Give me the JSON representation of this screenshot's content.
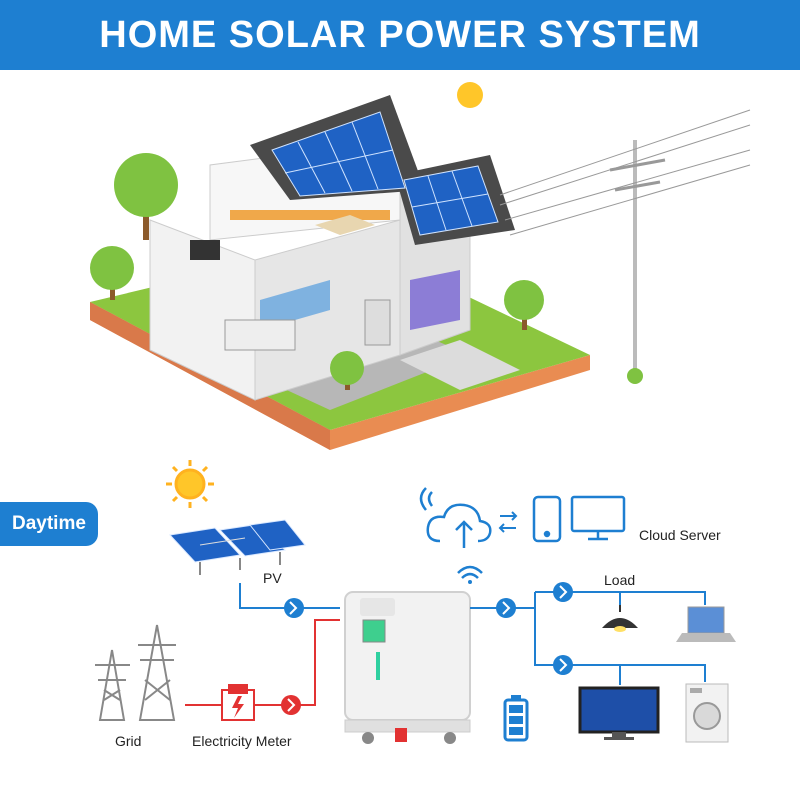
{
  "title": "HOME SOLAR POWER SYSTEM",
  "mode_badge": "Daytime",
  "labels": {
    "pv": "PV",
    "grid": "Grid",
    "meter": "Electricity Meter",
    "load": "Load",
    "cloud": "Cloud Server"
  },
  "colors": {
    "brand_blue": "#1e7fd1",
    "pv_line": "#1e7fd1",
    "grid_line": "#e23232",
    "battery_green": "#2fd0a0"
  },
  "icons": [
    "sun-icon",
    "wifi-icon",
    "cloud-upload-icon",
    "phone-icon",
    "monitor-icon",
    "battery-icon",
    "arrow-right-icon"
  ]
}
